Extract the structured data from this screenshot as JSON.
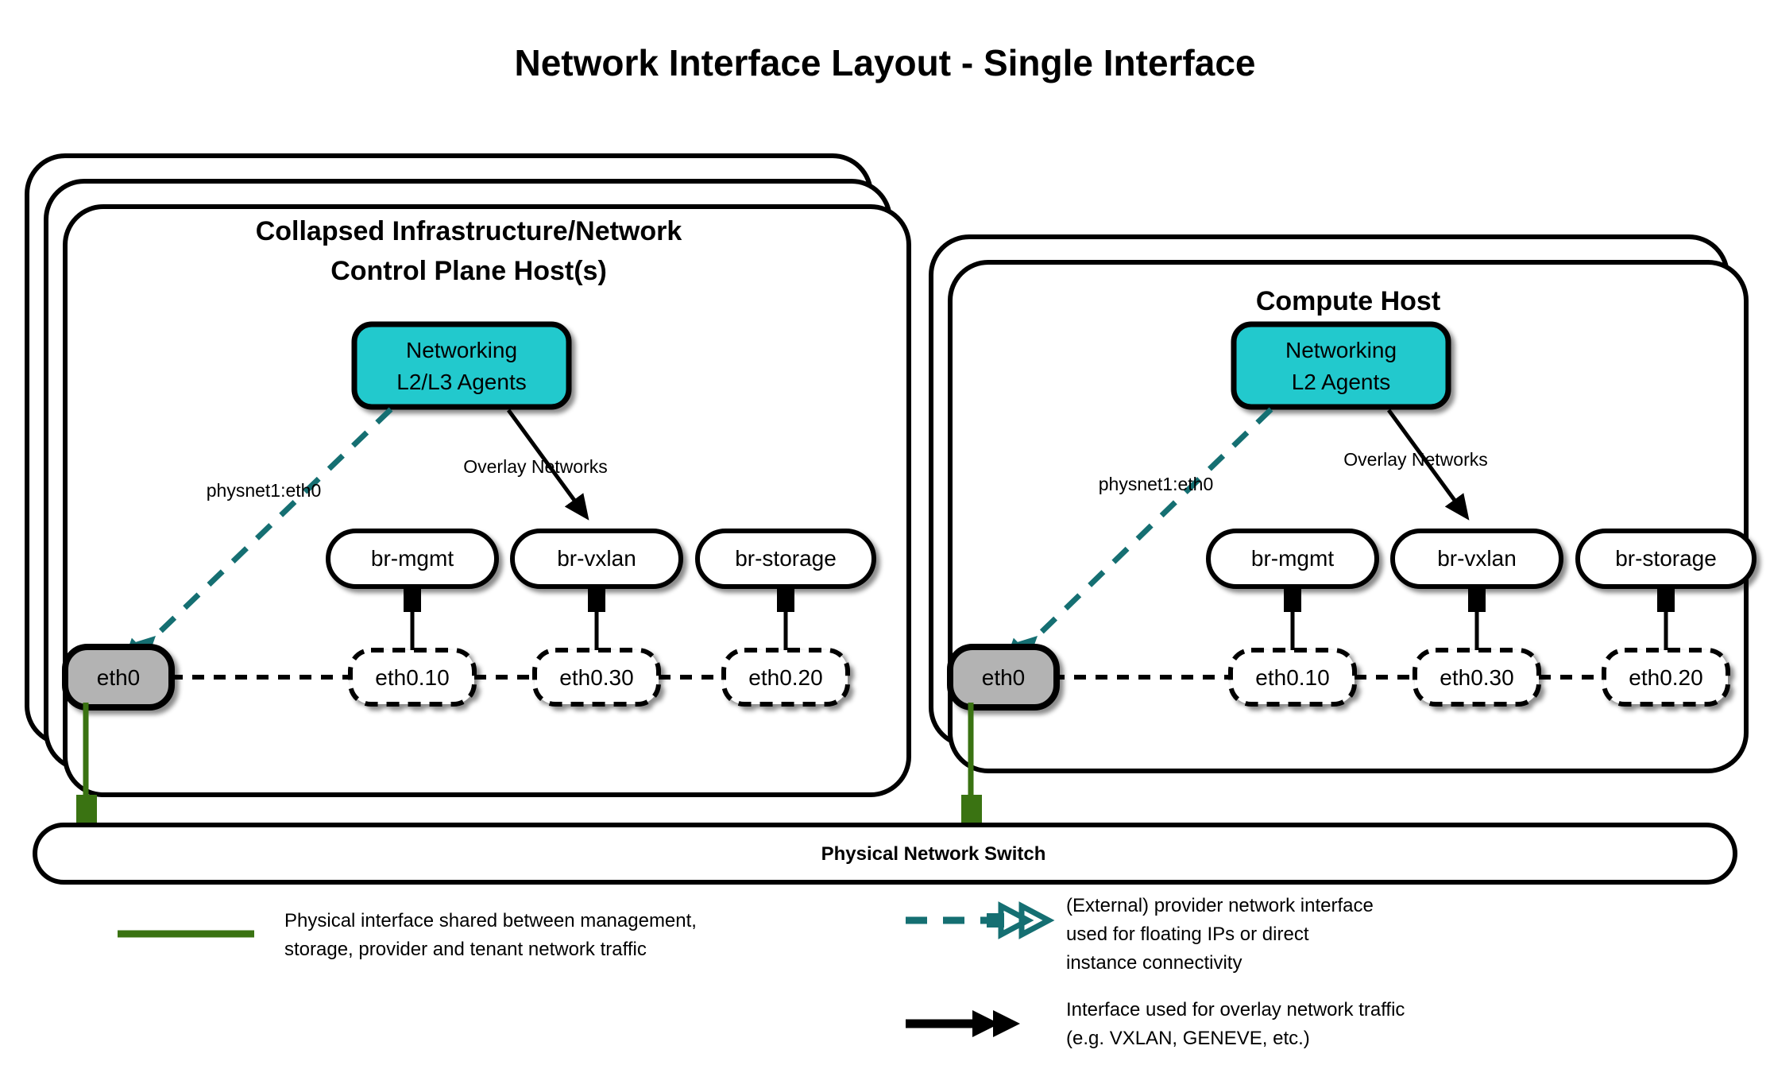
{
  "page": {
    "title": "Network Interface Layout - Single Interface",
    "background": "#ffffff"
  },
  "colors": {
    "agent_fill": "#22c9cd",
    "nic_fill": "#b3b3b3",
    "bridge_fill": "#ffffff",
    "provider_line": "#156f72",
    "physical_line": "#3a7312",
    "stroke": "#000000"
  },
  "hosts": [
    {
      "id": "control-plane",
      "title_line1": "Collapsed Infrastructure/Network",
      "title_line2": "Control Plane Host(s)",
      "stack_count": 3,
      "agent": {
        "line1": "Networking",
        "line2": "L2/L3 Agents"
      },
      "provider_label": "physnet1:eth0",
      "overlay_label": "Overlay Networks",
      "nic": "eth0",
      "bridges": [
        {
          "bridge": "br-mgmt",
          "vlan": "eth0.10"
        },
        {
          "bridge": "br-vxlan",
          "vlan": "eth0.30"
        },
        {
          "bridge": "br-storage",
          "vlan": "eth0.20"
        }
      ]
    },
    {
      "id": "compute",
      "title_line1": "Compute Host",
      "title_line2": "",
      "stack_count": 2,
      "agent": {
        "line1": "Networking",
        "line2": "L2 Agents"
      },
      "provider_label": "physnet1:eth0",
      "overlay_label": "Overlay Networks",
      "nic": "eth0",
      "bridges": [
        {
          "bridge": "br-mgmt",
          "vlan": "eth0.10"
        },
        {
          "bridge": "br-vxlan",
          "vlan": "eth0.30"
        },
        {
          "bridge": "br-storage",
          "vlan": "eth0.20"
        }
      ]
    }
  ],
  "switch": {
    "label": "Physical Network Switch"
  },
  "legend": [
    {
      "id": "physical-interface",
      "style": "solid-green",
      "lines": [
        "Physical interface shared between management,",
        "storage, provider and tenant network traffic"
      ]
    },
    {
      "id": "provider-interface",
      "style": "dashed-teal-double-arrow",
      "lines": [
        "(External) provider network interface",
        "used for floating IPs or direct",
        "instance connectivity"
      ]
    },
    {
      "id": "overlay-interface",
      "style": "solid-black-arrow",
      "lines": [
        "Interface used for overlay network traffic",
        "(e.g. VXLAN, GENEVE, etc.)"
      ]
    }
  ]
}
